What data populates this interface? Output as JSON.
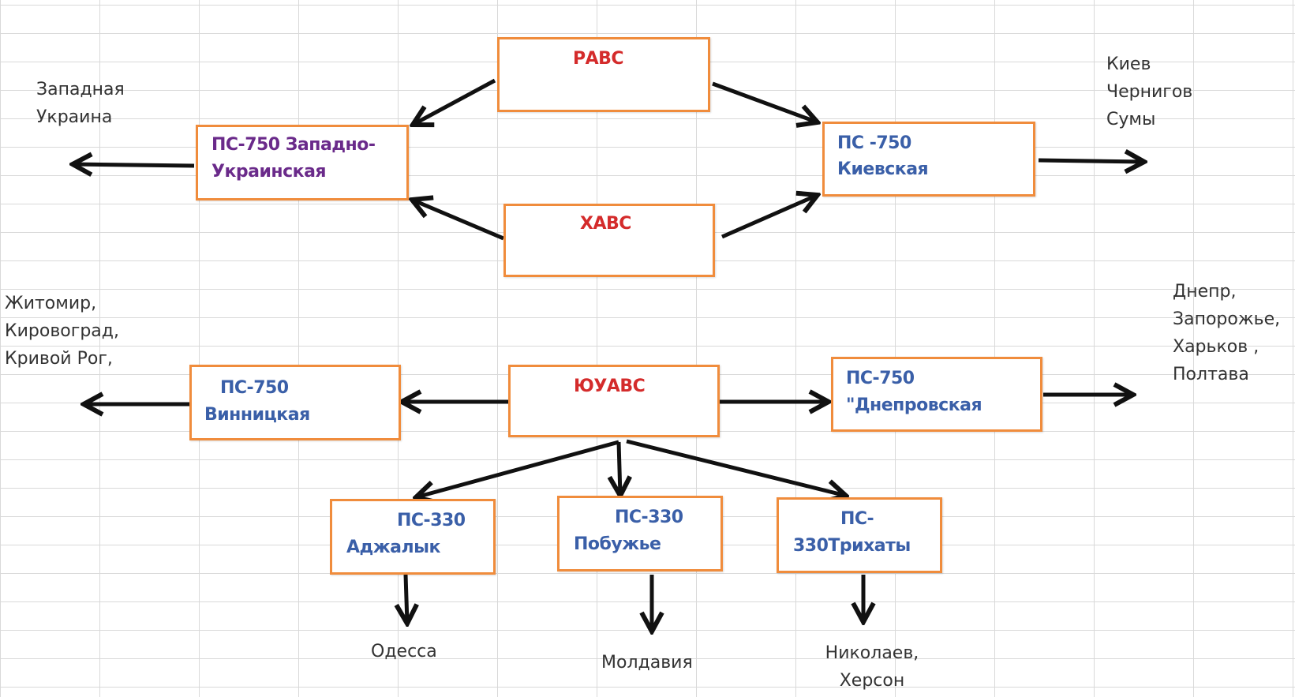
{
  "colors": {
    "box_border": "#f08c3c",
    "source_label": "#d42b2b",
    "substation_label": "#3a5fa8",
    "substation_label_west": "#6a2a8a",
    "arrow": "#111111",
    "region_text": "#333333"
  },
  "sources": {
    "ravs": "РАВС",
    "havs": "ХАВС",
    "yuavs": "ЮУАВС"
  },
  "substations": {
    "west": {
      "line1": "ПС-750   Западно-",
      "line2": "Украинская"
    },
    "kyiv": {
      "line1": "ПС -750",
      "line2": "Киевская"
    },
    "vinnytsia": {
      "line1": "ПС-750",
      "line2": "Винницкая"
    },
    "dnipro": {
      "line1": "ПС-750",
      "line2": "\"Днепровская"
    },
    "adzhalyk": {
      "line1": "ПС-330",
      "line2": "Аджалык"
    },
    "pobuzhe": {
      "line1": "ПС-330",
      "line2": "Побужье"
    },
    "trihaty": {
      "line1": "ПС-",
      "line2": "330Трихаты"
    }
  },
  "regions": {
    "west": [
      "Западная",
      "Украина"
    ],
    "kyiv": [
      "Киев",
      "Чернигов",
      "Сумы"
    ],
    "vinnytsia": [
      "Житомир,",
      "Кировоград,",
      "Кривой Рог,"
    ],
    "dnipro": [
      "Днепр,",
      "Запорожье,",
      "Харьков  ,",
      "Полтава"
    ],
    "adzhalyk": [
      "Одесса"
    ],
    "pobuzhe": [
      "Молдавия"
    ],
    "trihaty": [
      "Николаев,",
      "Херсон"
    ]
  }
}
